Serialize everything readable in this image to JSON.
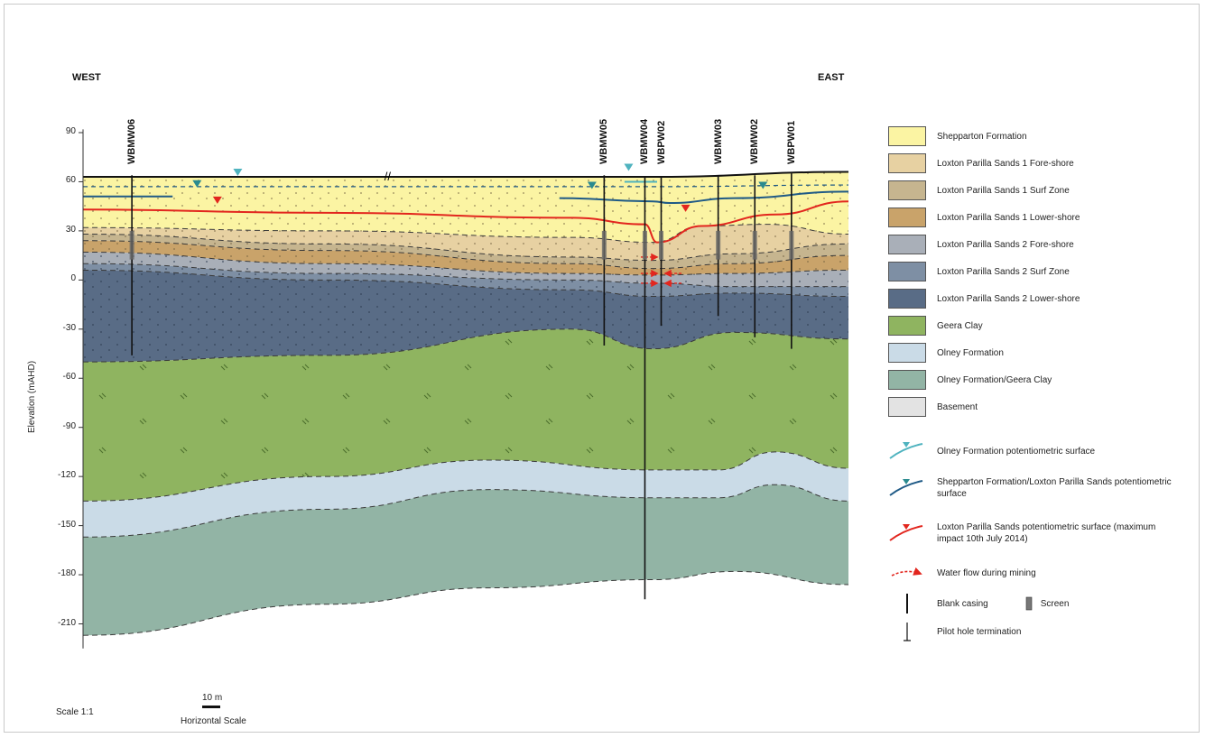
{
  "orientation": {
    "west": "WEST",
    "east": "EAST"
  },
  "axis": {
    "ylabel": "Elevation (mAHD)",
    "ticks": [
      "90",
      "60",
      "30",
      "0",
      "-30",
      "-60",
      "-90",
      "-120",
      "-150",
      "-180",
      "-210"
    ],
    "range_mAHD": [
      90,
      -230
    ]
  },
  "wells": [
    {
      "name": "WBMW06",
      "top_mAHD": 64,
      "bottom_mAHD": -46,
      "position_m": 60
    },
    {
      "name": "WBMW05",
      "top_mAHD": 64,
      "bottom_mAHD": -40,
      "position_m": 640
    },
    {
      "name": "WBMW04",
      "top_mAHD": 63,
      "bottom_mAHD": -195,
      "position_m": 690
    },
    {
      "name": "WBPW02",
      "top_mAHD": 63,
      "bottom_mAHD": -28,
      "position_m": 710
    },
    {
      "name": "WBMW03",
      "top_mAHD": 64,
      "bottom_mAHD": -22,
      "position_m": 780
    },
    {
      "name": "WBMW02",
      "top_mAHD": 64,
      "bottom_mAHD": -35,
      "position_m": 825
    },
    {
      "name": "WBPW01",
      "top_mAHD": 65,
      "bottom_mAHD": -42,
      "position_m": 870
    }
  ],
  "layers": [
    {
      "name": "Shepparton Formation",
      "color": "#fbf4a3"
    },
    {
      "name": "Loxton Parilla Sands 1 Fore-shore",
      "color": "#e7d1a2"
    },
    {
      "name": "Loxton Parilla Sands 1 Surf Zone",
      "color": "#c6b58f"
    },
    {
      "name": "Loxton Parilla Sands 1 Lower-shore",
      "color": "#c9a36a"
    },
    {
      "name": "Loxton Parilla Sands 2 Fore-shore",
      "color": "#a9afb8"
    },
    {
      "name": "Loxton Parilla Sands 2 Surf Zone",
      "color": "#7e8fa4"
    },
    {
      "name": "Loxton Parilla Sands 2 Lower-shore",
      "color": "#596c86"
    },
    {
      "name": "Geera Clay",
      "color": "#8fb460"
    },
    {
      "name": "Olney Formation",
      "color": "#cadbe7"
    },
    {
      "name": "Olney Formation/Geera Clay",
      "color": "#92b4a5"
    },
    {
      "name": "Basement",
      "color": "#e3e3e3"
    }
  ],
  "surfaces": [
    {
      "name": "Olney Formation potentiometric surface",
      "color": "#4fb3bf"
    },
    {
      "name": "Shepparton Formation/Loxton Parilla Sands potentiometric surface",
      "color": "#1f5a86"
    },
    {
      "name": "Loxton Parilla Sands potentiometric surface (maximum impact 10th July 2014)",
      "color": "#e2261e"
    }
  ],
  "legend_symbols": {
    "water_flow": "Water flow during mining",
    "blank_casing": "Blank casing",
    "screen": "Screen",
    "pilot_hole": "Pilot hole termination"
  },
  "scale": {
    "text": "Scale 1:1",
    "bar_label": "10 m",
    "bar_caption": "Horizontal Scale"
  }
}
